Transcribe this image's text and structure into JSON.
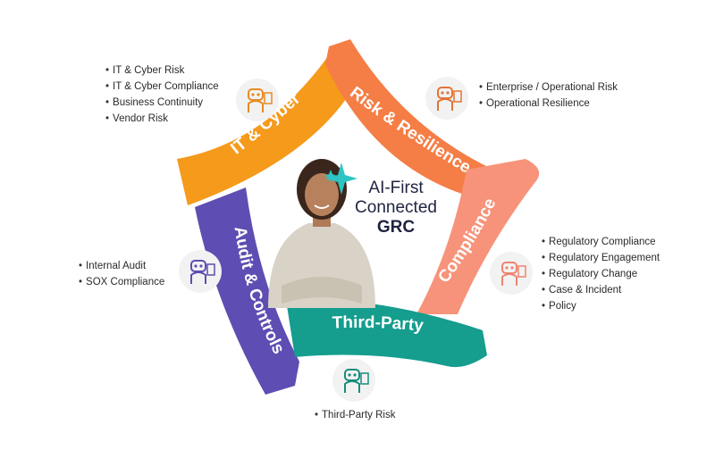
{
  "center": {
    "line1": "AI-First",
    "line2": "Connected",
    "line3": "GRC"
  },
  "segments": [
    {
      "id": "it-cyber",
      "label": "IT & Cyber",
      "color": "#F59A1B",
      "items": [
        "IT & Cyber Risk",
        "IT & Cyber Compliance",
        "Business Continuity",
        "Vendor Risk"
      ],
      "icon_color": "#E88A22"
    },
    {
      "id": "risk-resilience",
      "label": "Risk & Resilience",
      "color": "#F47E45",
      "items": [
        "Enterprise / Operational Risk",
        "Operational Resilience"
      ],
      "icon_color": "#E27436"
    },
    {
      "id": "compliance",
      "label": "Compliance",
      "color": "#F7937A",
      "items": [
        "Regulatory Compliance",
        "Regulatory Engagement",
        "Regulatory Change",
        "Case & Incident",
        "Policy"
      ],
      "icon_color": "#EE8470"
    },
    {
      "id": "third-party",
      "label": "Third-Party",
      "color": "#159D8E",
      "items": [
        "Third-Party Risk"
      ],
      "icon_color": "#1A8C7E"
    },
    {
      "id": "audit-controls",
      "label": "Audit & Controls",
      "color": "#5E4DB2",
      "items": [
        "Internal Audit",
        "SOX Compliance"
      ],
      "icon_color": "#5E4DB2"
    }
  ]
}
